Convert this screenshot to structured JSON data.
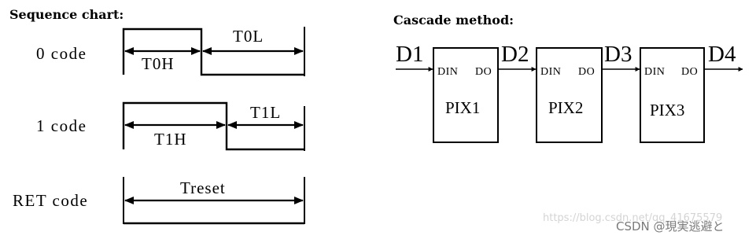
{
  "sequence_chart": {
    "title": "Sequence chart:",
    "zero_code": {
      "label": "0 code",
      "high": "T0H",
      "low": "T0L"
    },
    "one_code": {
      "label": "1 code",
      "high": "T1H",
      "low": "T1L"
    },
    "reset_code": {
      "label": "RET code",
      "span": "Treset"
    }
  },
  "cascade": {
    "title": "Cascade method:",
    "signals": [
      "D1",
      "D2",
      "D3",
      "D4"
    ],
    "pixels": [
      {
        "name": "PIX1",
        "din": "DIN",
        "dout": "DO"
      },
      {
        "name": "PIX2",
        "din": "DIN",
        "dout": "DO"
      },
      {
        "name": "PIX3",
        "din": "DIN",
        "dout": "DO"
      }
    ]
  },
  "watermark": {
    "url": "https://blog.csdn.net/qq_41675579",
    "author": "CSDN @現実逃避と"
  }
}
